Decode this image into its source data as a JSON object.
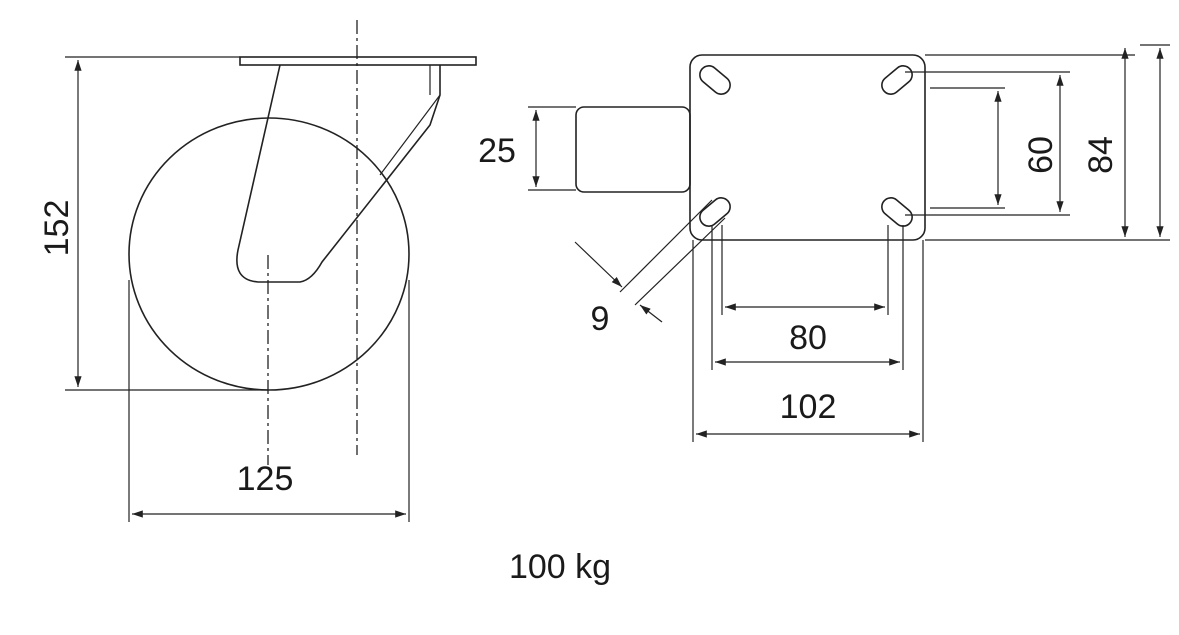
{
  "title": "Swivel castor dimension drawing",
  "side_view": {
    "height_label": "152",
    "wheel_diameter_label": "125"
  },
  "plate_view": {
    "stem_label": "25",
    "slot_width_label": "9",
    "hole_spacing_y_label": "60",
    "plate_height_label": "84",
    "hole_spacing_x_label": "80",
    "plate_width_label": "102"
  },
  "load_capacity": "100 kg"
}
